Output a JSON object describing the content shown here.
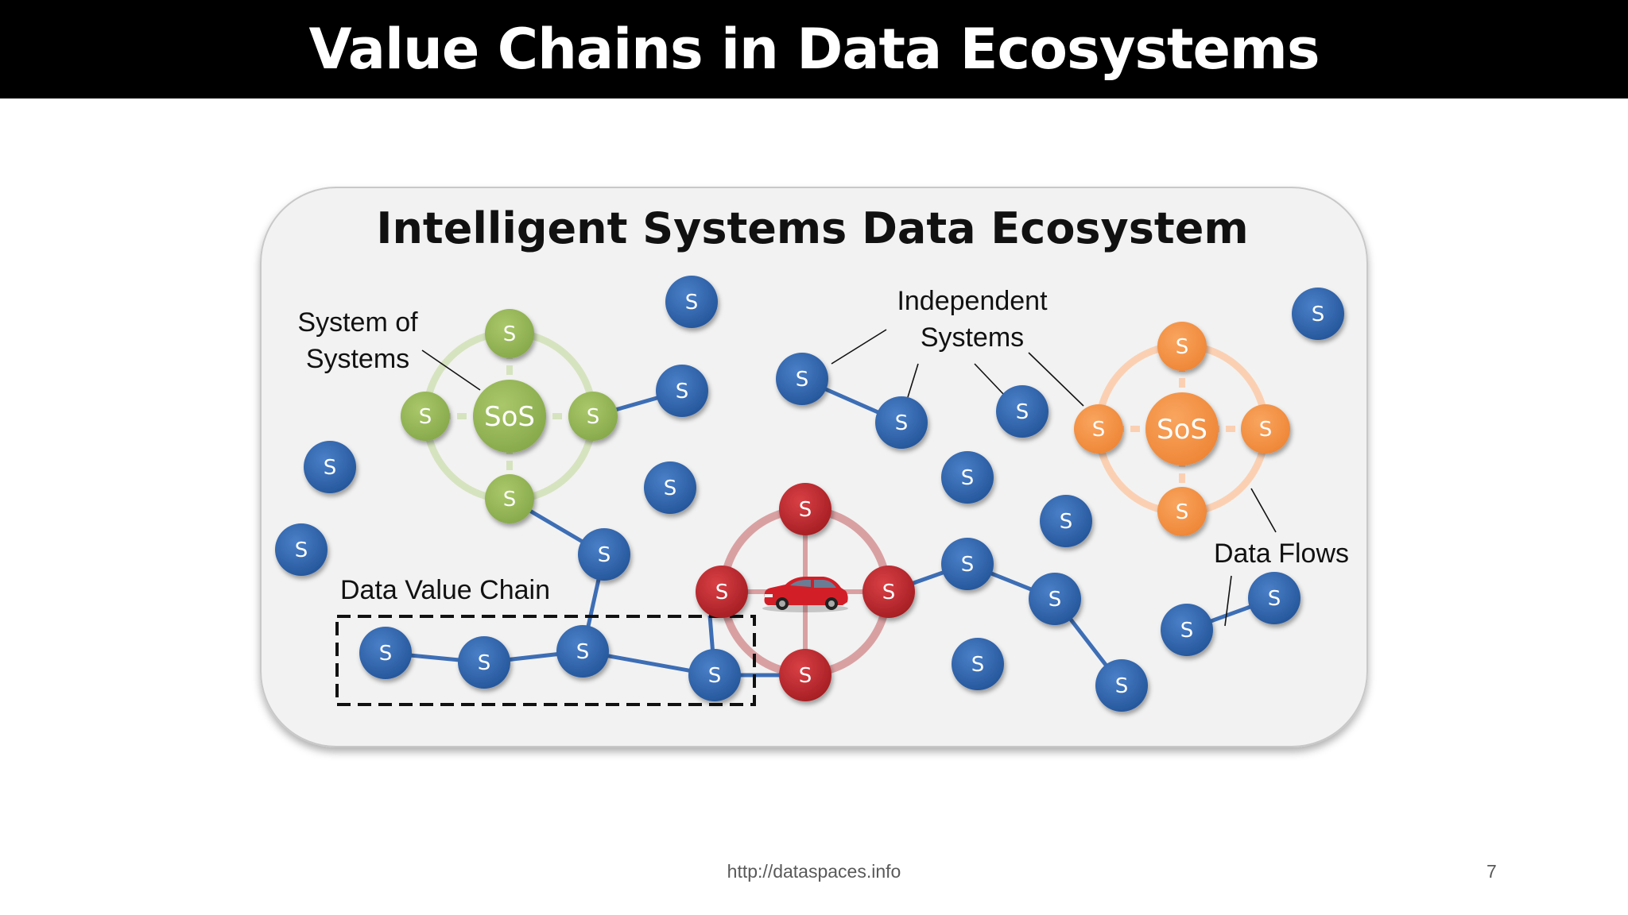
{
  "slide": {
    "title": "Value Chains in Data Ecosystems",
    "footer_url": "http://dataspaces.info",
    "page_number": "7"
  },
  "diagram": {
    "panel_title": "Intelligent Systems Data Ecosystem",
    "labels": {
      "system_of_systems_line1": "System of",
      "system_of_systems_line2": "Systems",
      "independent_systems_line1": "Independent",
      "independent_systems_line2": "Systems",
      "data_value_chain": "Data Value Chain",
      "data_flows": "Data Flows"
    },
    "node_label": "S",
    "hub_label": "SoS",
    "vehicle_icon": "red-car-icon",
    "colors": {
      "blue_node": "#2e63ad",
      "green_node": "#9bbb59",
      "orange_node": "#f79646",
      "red_node": "#c0282d",
      "link": "#3d6eb5"
    }
  }
}
